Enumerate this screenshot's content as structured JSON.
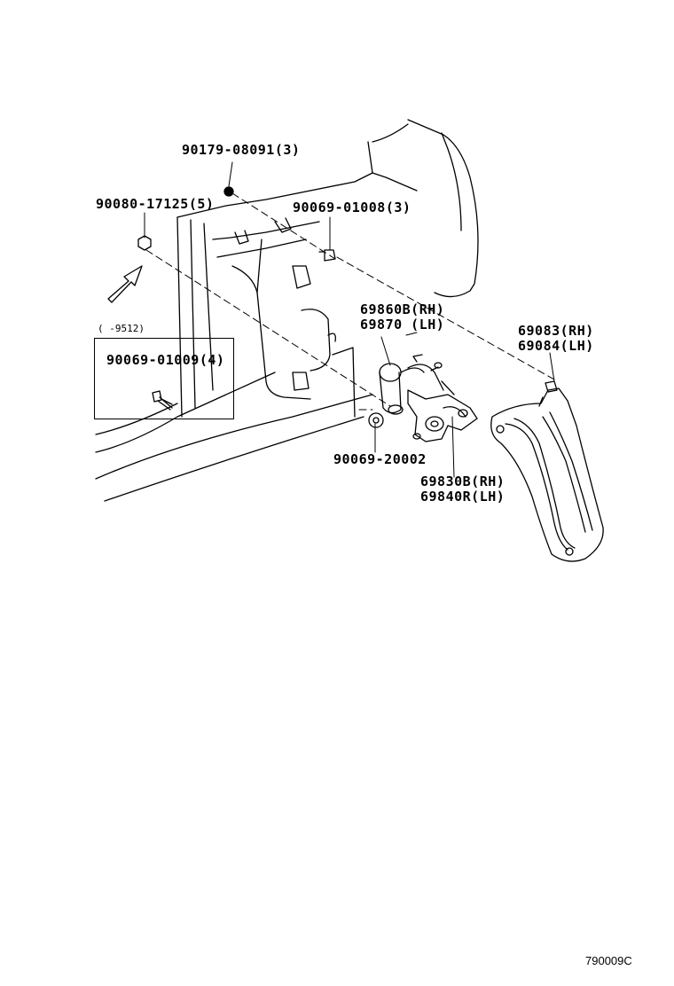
{
  "diagram": {
    "labels": {
      "p_90179": "90179-08091(3)",
      "p_90080": "90080-17125(5)",
      "p_90069_01008": "90069-01008(3)",
      "p_69860": "69860B(RH)",
      "p_69870": "69870  (LH)",
      "p_69083": "69083(RH)",
      "p_69084": "69084(LH)",
      "inset_range": "(    -9512)",
      "p_90069_01009": "90069-01009(4)",
      "p_90069_20002": "90069-20002",
      "p_69830": "69830B(RH)",
      "p_69840": "69840R(LH)"
    },
    "figure_code": "790009C"
  }
}
